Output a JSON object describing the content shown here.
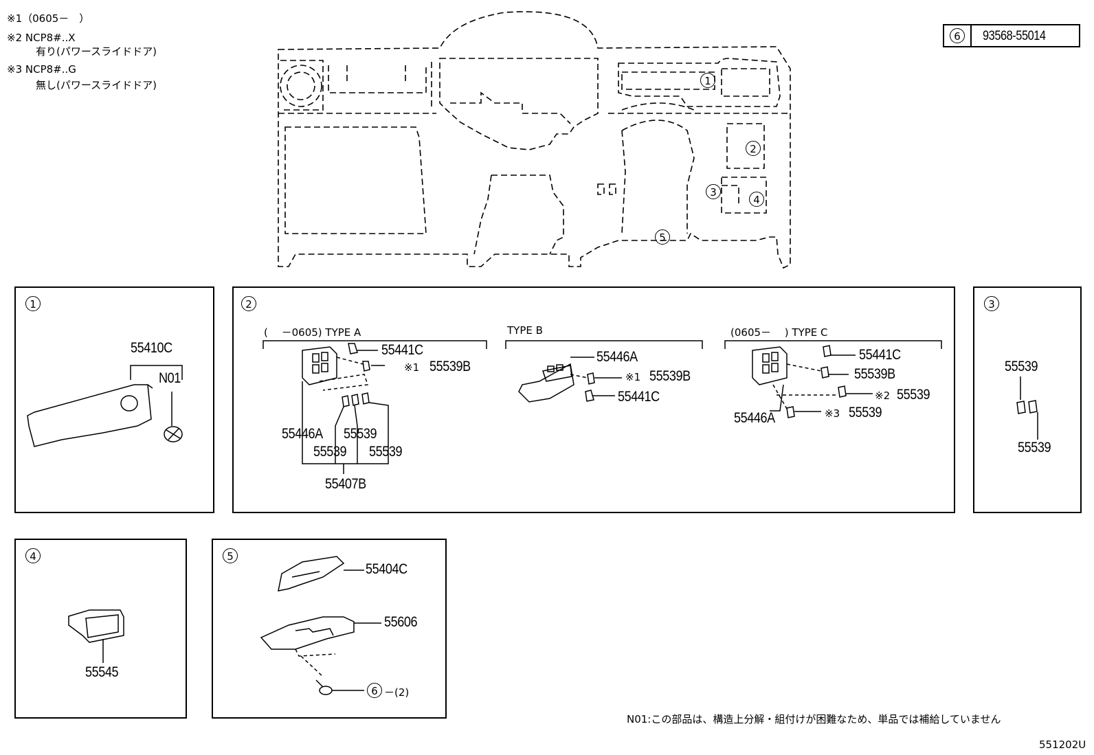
{
  "notes": {
    "n1": "※1（0605－　）",
    "n2_line1": "※2 NCP8#..X",
    "n2_line2": "有り(パワースライドドア)",
    "n3_line1": "※3 NCP8#..G",
    "n3_line2": "無し(パワースライドドア)"
  },
  "part_box": {
    "ref": "6",
    "number": "93568-55014"
  },
  "overview": {
    "c1": "1",
    "c2": "2",
    "c3": "3",
    "c4": "4",
    "c5": "5"
  },
  "panel1": {
    "ref": "1",
    "part_a": "55410C",
    "part_b": "N01"
  },
  "panel2": {
    "ref": "2",
    "typeA": {
      "header": "(　 －0605) TYPE A",
      "p1": "55441C",
      "p2_prefix": "※1",
      "p2": "55539B",
      "p3": "55446A",
      "p4": "55539",
      "p5": "55539",
      "p6": "55539",
      "p7": "55407B"
    },
    "typeB": {
      "header": "TYPE B",
      "p1": "55446A",
      "p2_prefix": "※1",
      "p2": "55539B",
      "p3": "55441C"
    },
    "typeC": {
      "header": "(0605－　 ) TYPE C",
      "p1": "55441C",
      "p2": "55539B",
      "p3_prefix": "※2",
      "p3": "55539",
      "p4_prefix": "※3",
      "p4": "55539",
      "p5": "55446A"
    }
  },
  "panel3": {
    "ref": "3",
    "part_a": "55539",
    "part_b": "55539"
  },
  "panel4": {
    "ref": "4",
    "part_a": "55545"
  },
  "panel5": {
    "ref": "5",
    "part_a": "55404C",
    "part_b": "55606",
    "screw_ref": "6",
    "screw_qty": "－(2)"
  },
  "footer": {
    "note": "N01:この部品は、構造上分解・組付けが困難なため、単品では補給していません",
    "code": "551202U"
  }
}
